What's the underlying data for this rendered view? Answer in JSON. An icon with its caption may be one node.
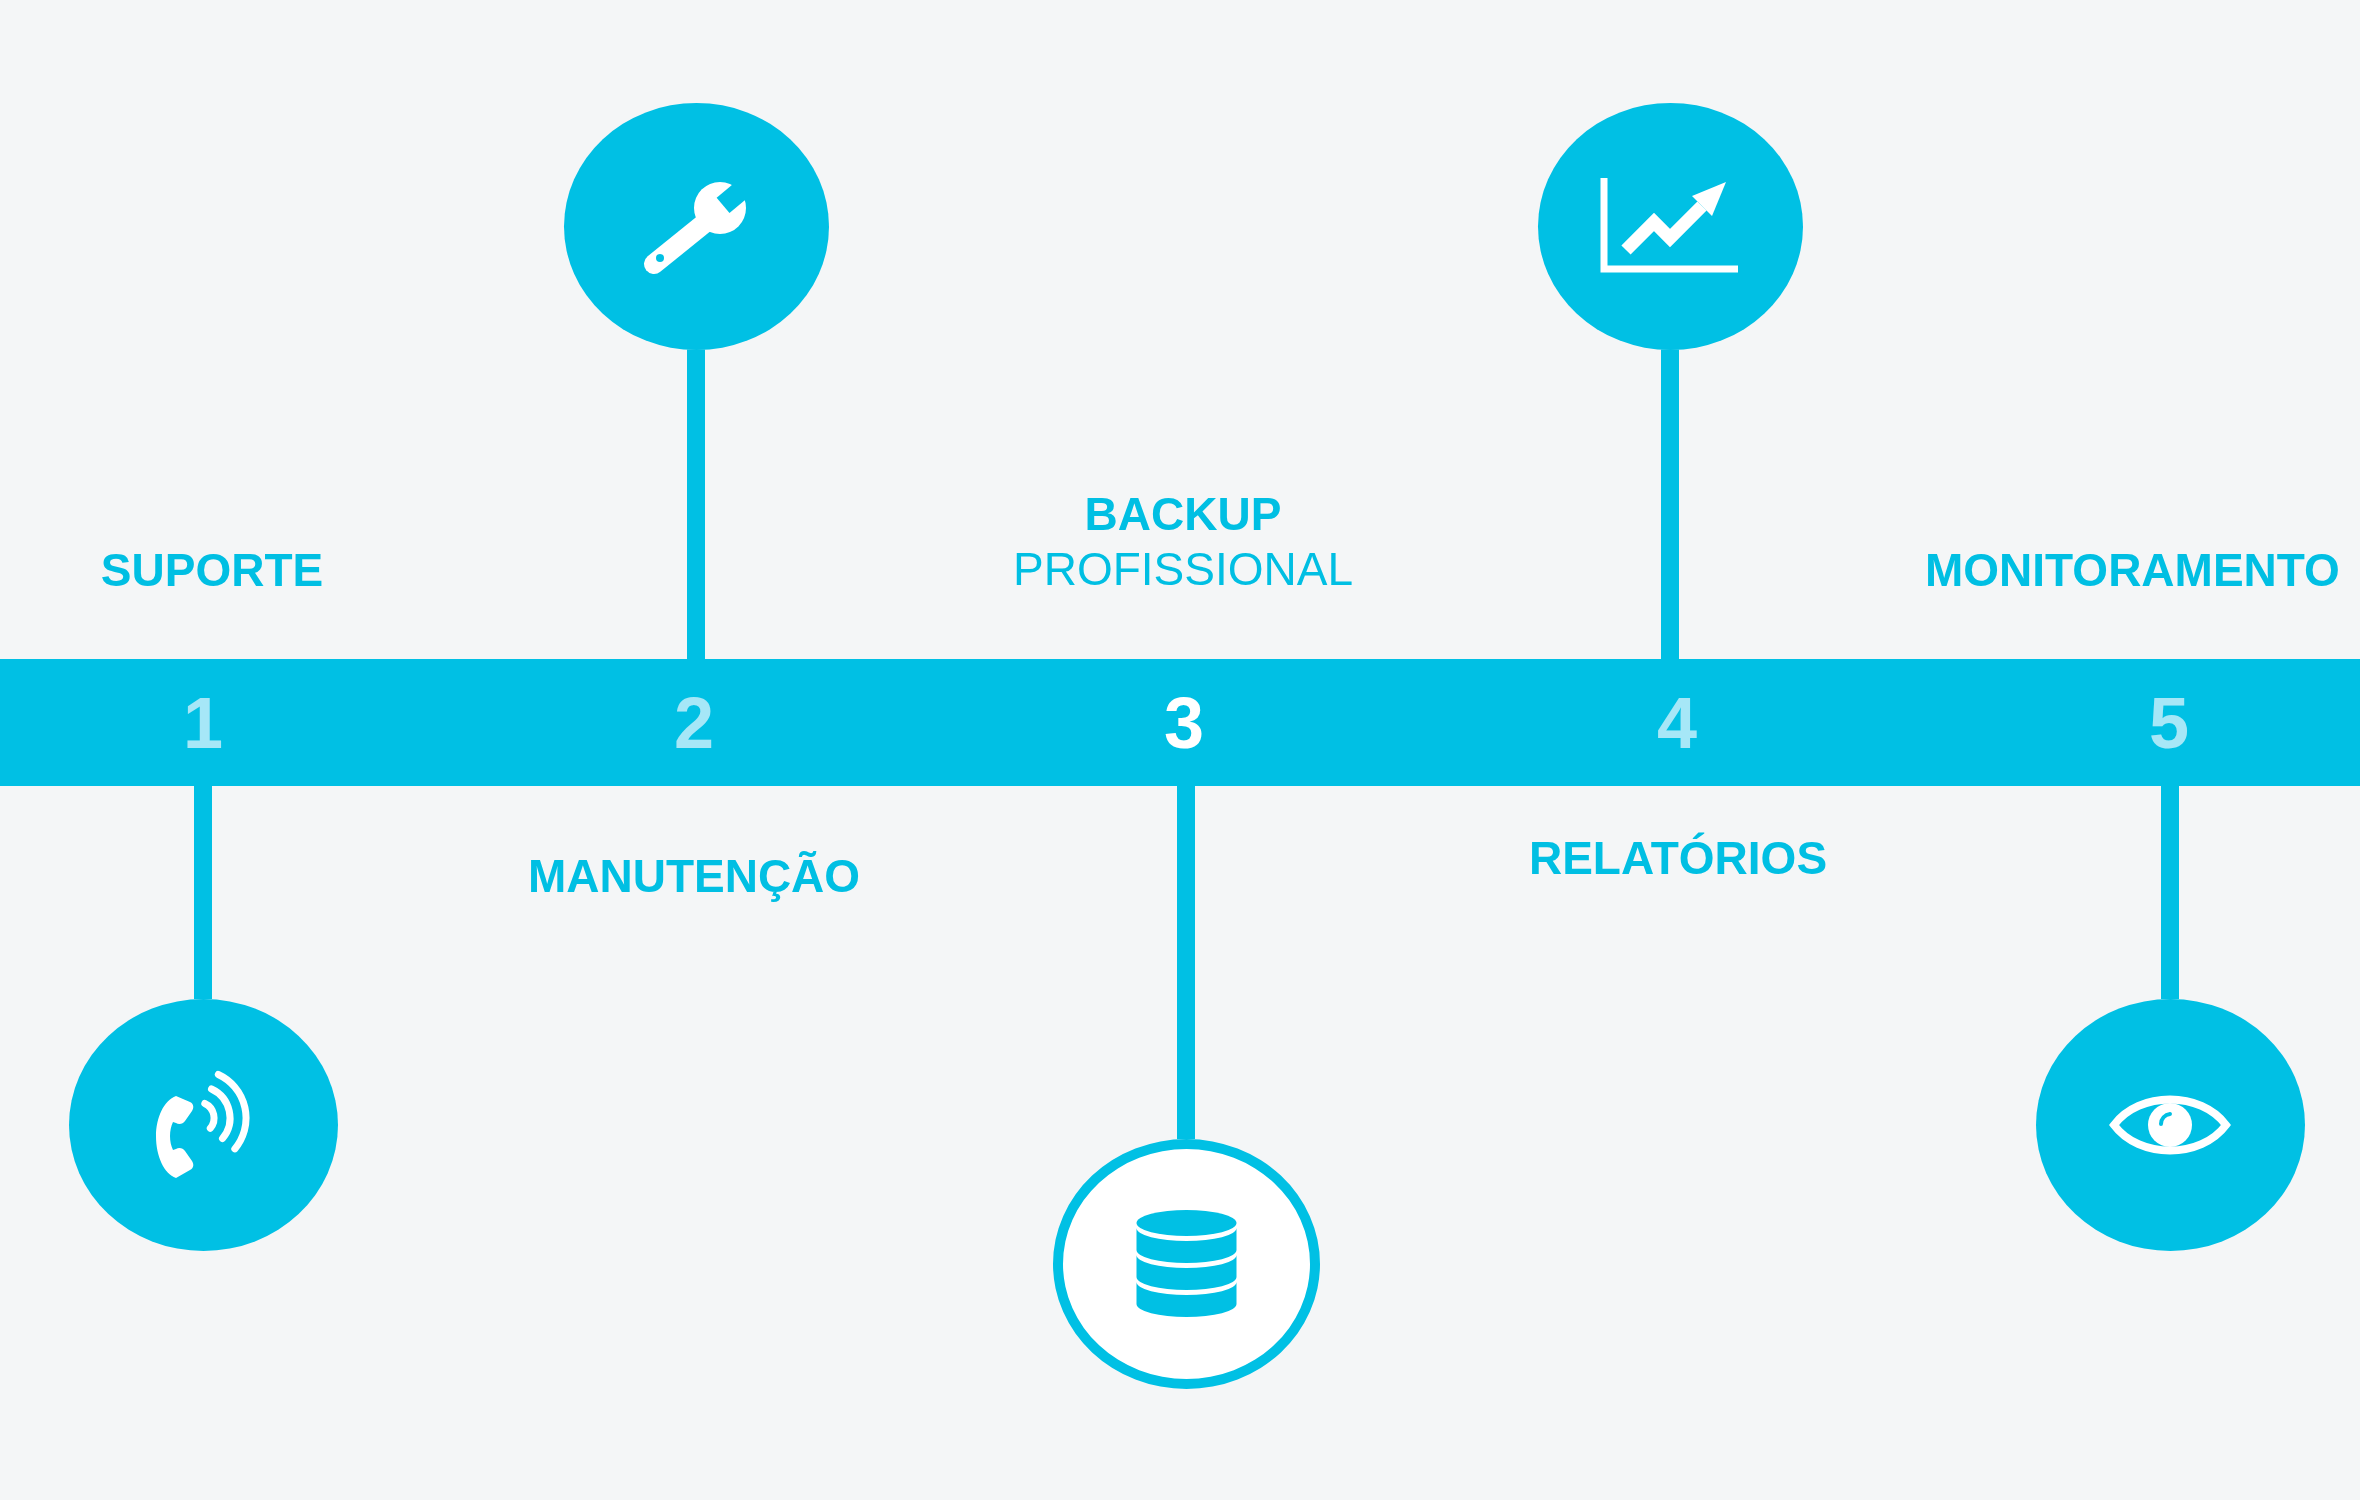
{
  "diagram": {
    "nodes": [
      {
        "text": [
          "1",
          "2",
          "3",
          "4",
          "5"
        ]
      },
      {
        "text": [],
        "shape": "circle"
      },
      {
        "text": [],
        "shape": "circle"
      },
      {
        "text": [],
        "shape": "circle"
      },
      {
        "text": [],
        "shape": "circle"
      },
      {
        "text": [],
        "shape": "circle"
      }
    ],
    "edges": [
      {
        "from": 0,
        "to": 1,
        "arrow": "none"
      },
      {
        "from": 0,
        "to": 2,
        "arrow": "none"
      },
      {
        "from": 0,
        "to": 3,
        "arrow": "none"
      },
      {
        "from": 0,
        "to": 4,
        "arrow": "none"
      },
      {
        "from": 0,
        "to": 5,
        "arrow": "none"
      }
    ],
    "labels": [
      "SUPORTE",
      "MANUTENÇÃO",
      "**BACKUP** PROFISSIONAL",
      "RELATÓRIOS",
      "MONITORAMENTO"
    ]
  }
}
